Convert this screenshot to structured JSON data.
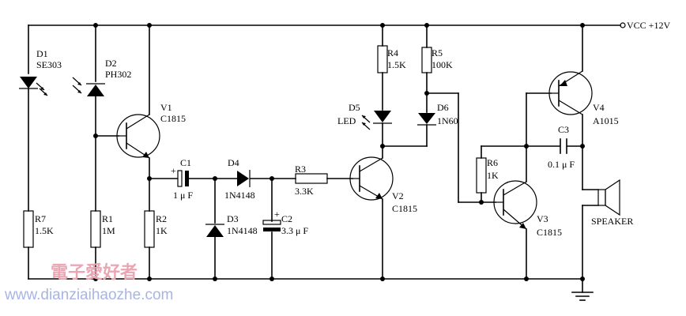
{
  "supply_label": "VCC +12V",
  "components": {
    "D1": {
      "ref": "D1",
      "value": "SE303"
    },
    "D2": {
      "ref": "D2",
      "value": "PH302"
    },
    "V1": {
      "ref": "V1",
      "value": "C1815"
    },
    "R7": {
      "ref": "R7",
      "value": "1.5K"
    },
    "R1": {
      "ref": "R1",
      "value": "1M"
    },
    "R2": {
      "ref": "R2",
      "value": "1K"
    },
    "C1": {
      "ref": "C1",
      "value": "1 μ F"
    },
    "D4": {
      "ref": "D4",
      "value": "1N4148"
    },
    "D3": {
      "ref": "D3",
      "value": "1N4148"
    },
    "R3": {
      "ref": "R3",
      "value": "3.3K"
    },
    "C2": {
      "ref": "C2",
      "value": "3.3 μ F"
    },
    "R4": {
      "ref": "R4",
      "value": "1.5K"
    },
    "D5": {
      "ref": "D5",
      "value": "LED"
    },
    "R5": {
      "ref": "R5",
      "value": "100K"
    },
    "D6": {
      "ref": "D6",
      "value": "1N60"
    },
    "V2": {
      "ref": "V2",
      "value": "C1815"
    },
    "R6": {
      "ref": "R6",
      "value": "1K"
    },
    "V3": {
      "ref": "V3",
      "value": "C1815"
    },
    "V4": {
      "ref": "V4",
      "value": "A1015"
    },
    "C3": {
      "ref": "C3",
      "value": "0.1 μ F"
    },
    "SPEAKER": {
      "value": "SPEAKER"
    }
  },
  "watermark": {
    "cn": "電子愛好者",
    "url": "www.dianziaihaozhe.com"
  },
  "colors": {
    "wire": "#000000",
    "watermark_cn": "#e9a7b4",
    "watermark_url": "#a8b4e6"
  }
}
